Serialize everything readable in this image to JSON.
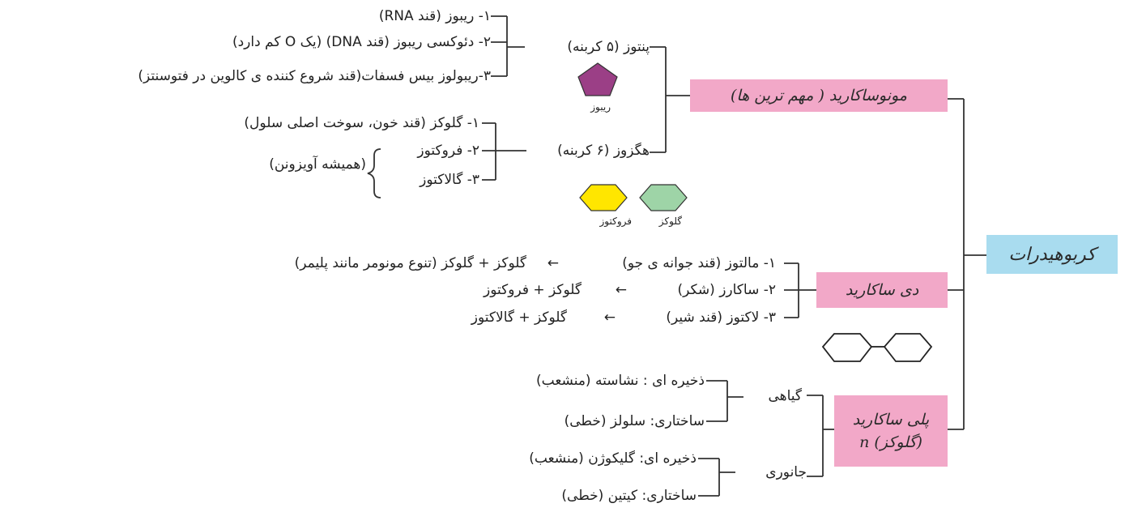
{
  "root": {
    "label": "کربوهیدرات",
    "color": "#a9dcef"
  },
  "monosaccharide": {
    "label": "مونوساکارید ( مهم ترین ها)",
    "color": "#f2a8c8",
    "pentose": {
      "label": "پنتوز (۵ کربنه)",
      "items": [
        "۱- ریبوز (قند RNA)",
        "۲- دئوکسی ریبوز (قند DNA) (یک O کم دارد)",
        "۳-ریبولوز بیس فسفات(قند شروع کننده ی کالوین در فتوسنتز)"
      ]
    },
    "hexose": {
      "label": "هگزوز (۶ کربنه)",
      "items": [
        "۱- گلوکز (قند خون، سوخت اصلی سلول)",
        "۲- فروکتوز",
        "۳- گالاکتوز"
      ],
      "note": "(همیشه آویزونن)"
    },
    "shapes": {
      "ribose": {
        "label": "ریبوز",
        "color": "#9b3f86"
      },
      "fructose": {
        "label": "فروکتوز",
        "color": "#ffe600"
      },
      "glucose": {
        "label": "گلوکز",
        "color": "#9ed4a7"
      }
    }
  },
  "disaccharide": {
    "label": "دی ساکارید",
    "color": "#f2a8c8",
    "items": [
      {
        "name": "۱- مالتوز (قند جوانه ی جو)",
        "result": "گلوکز + گلوکز (تنوع مونومر مانند پلیمر)"
      },
      {
        "name": "۲- ساکارز (شکر)",
        "result": "گلوکز + فروکتوز"
      },
      {
        "name": "۳- لاکتوز (قند شیر)",
        "result": "گلوکز + گالاکتوز"
      }
    ],
    "arrow": "←"
  },
  "polysaccharide": {
    "label": "پلی ساکارید",
    "sub": "(گلوکز) n",
    "color": "#f2a8c8",
    "plant": {
      "label": "گیاهی",
      "items": [
        "ذخیره ای : نشاسته (منشعب)",
        "ساختاری: سلولز (خطی)"
      ]
    },
    "animal": {
      "label": "جانوری",
      "items": [
        "ذخیره ای: گلیکوژن (منشعب)",
        "ساختاری: کیتین (خطی)"
      ]
    }
  }
}
